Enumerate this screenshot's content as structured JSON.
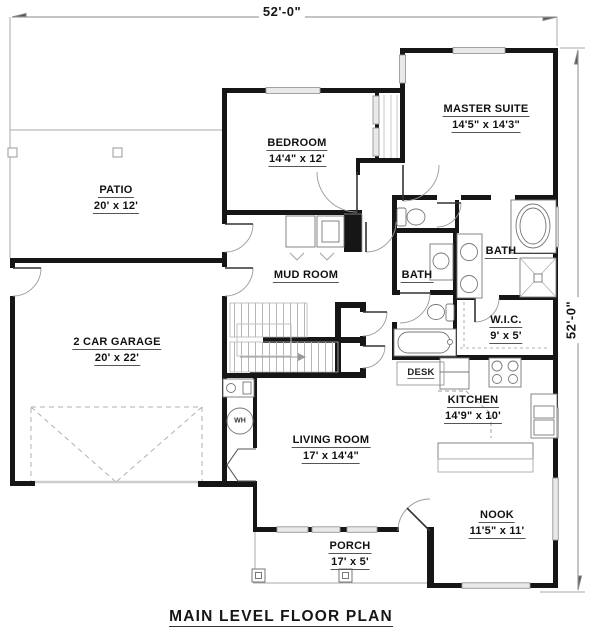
{
  "title": "MAIN LEVEL FLOOR PLAN",
  "dimensions": {
    "top": "52'-0\"",
    "right": "52'-0\""
  },
  "rooms": {
    "patio": {
      "name": "PATIO",
      "dims": "20' x 12'"
    },
    "bedroom": {
      "name": "BEDROOM",
      "dims": "14'4\" x 12'"
    },
    "master_suite": {
      "name": "MASTER SUITE",
      "dims": "14'5\" x 14'3\""
    },
    "mud_room": {
      "name": "MUD ROOM"
    },
    "master_bath": {
      "name": "BATH"
    },
    "hall_bath": {
      "name": "BATH"
    },
    "wic": {
      "name": "W.I.C.",
      "dims": "9' x 5'"
    },
    "garage": {
      "name": "2 CAR GARAGE",
      "dims": "20' x 22'"
    },
    "kitchen": {
      "name": "KITCHEN",
      "dims": "14'9\" x 10'"
    },
    "living_room": {
      "name": "LIVING ROOM",
      "dims": "17' x 14'4\""
    },
    "nook": {
      "name": "NOOK",
      "dims": "11'5\" x 11'"
    },
    "porch": {
      "name": "PORCH",
      "dims": "17' x 5'"
    }
  },
  "annotations": {
    "desk": "DESK",
    "water_heater": "WH"
  },
  "colors": {
    "wall": "#161616",
    "thin_line": "#aaaaaa",
    "fixture": "#777777",
    "window_fill": "#e9e9e9"
  }
}
